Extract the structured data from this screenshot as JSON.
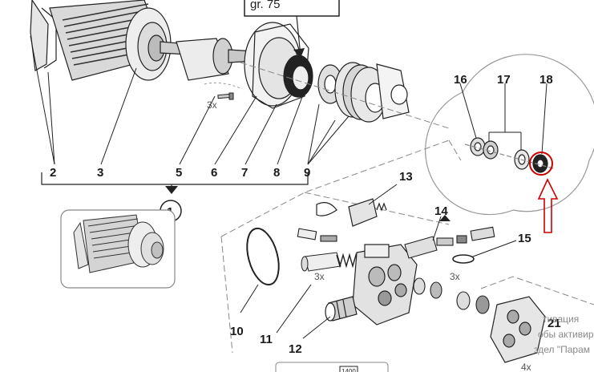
{
  "ref_box": {
    "text": "gr. 75"
  },
  "part_numbers": [
    "2",
    "3",
    "5",
    "6",
    "7",
    "8",
    "9",
    "10",
    "11",
    "12",
    "13",
    "14",
    "15",
    "16",
    "17",
    "18",
    "21"
  ],
  "callout_1": "1",
  "qty_labels": {
    "screws_motor": "3x",
    "valves": "3x",
    "spring": "3x",
    "bolts_21": "4x"
  },
  "bottom_label": "1400",
  "watermark": {
    "line1": "тивация",
    "line2": "обы активир",
    "line3": "здел \"Парам"
  },
  "colors": {
    "arrow": "#cc0000",
    "lines": "#222222",
    "dashed": "#888888"
  }
}
